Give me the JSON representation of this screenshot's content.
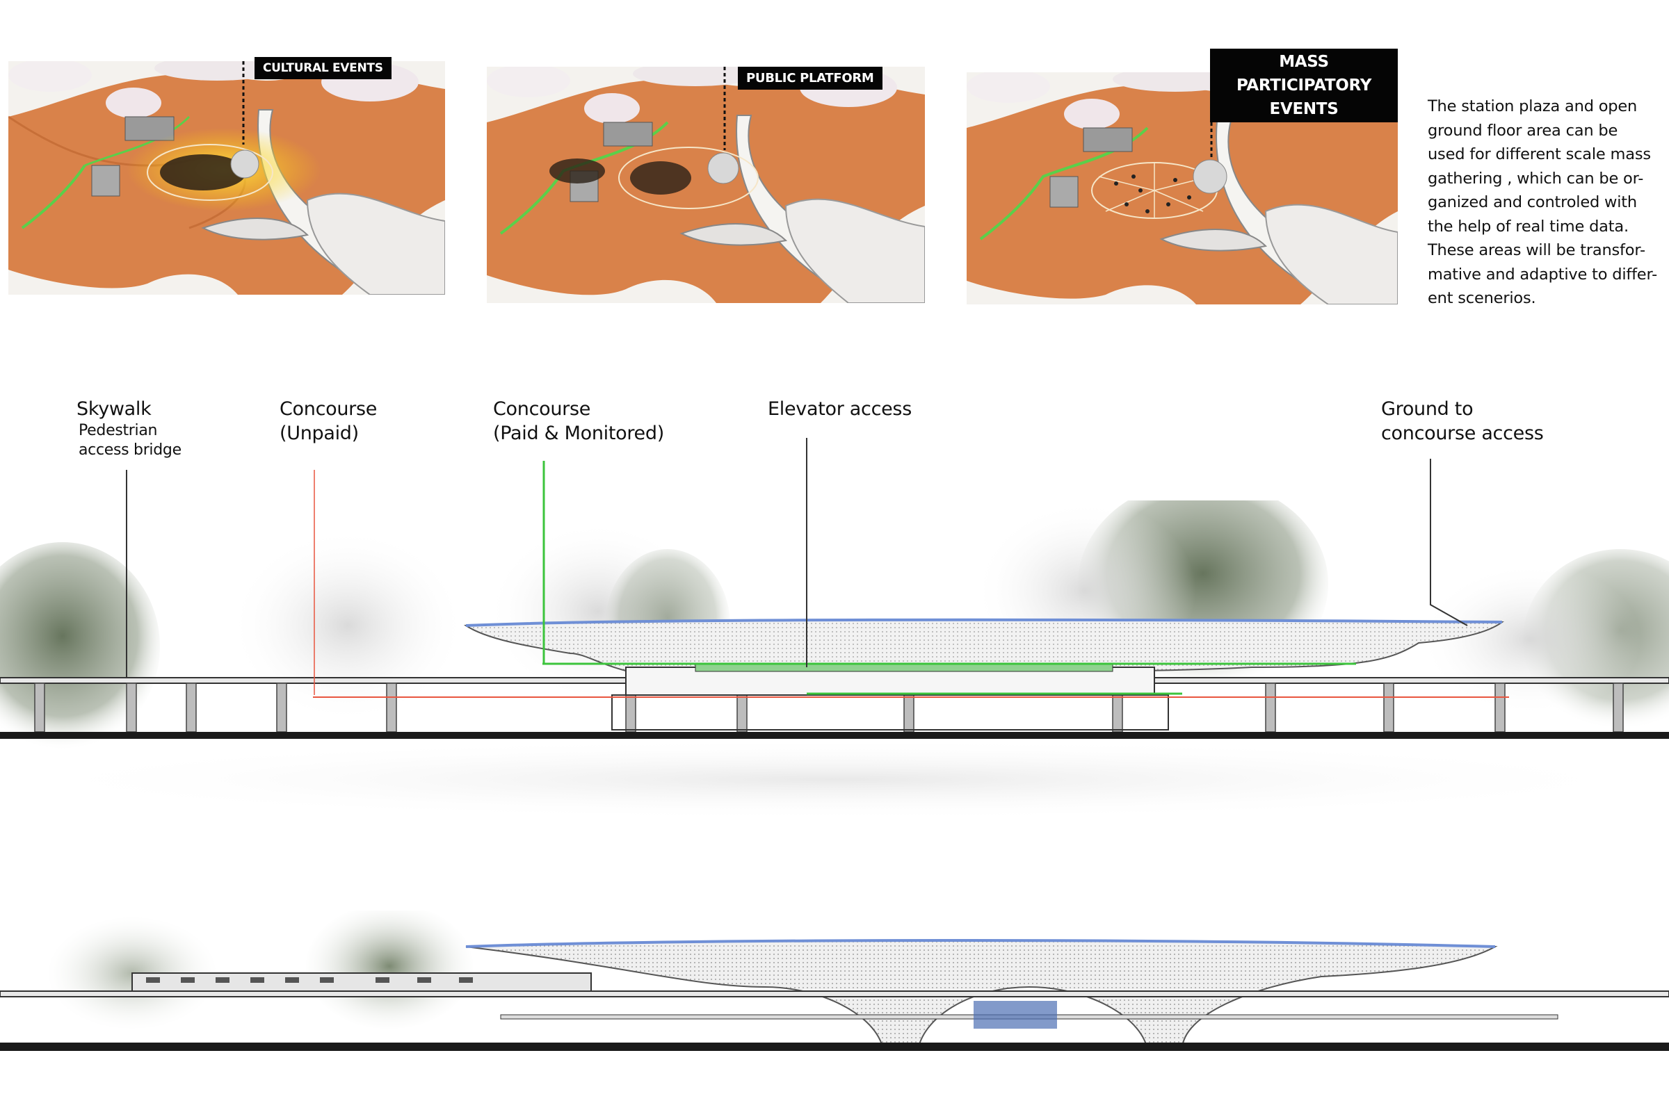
{
  "vignettes": [
    {
      "label": "CULTURAL EVENTS"
    },
    {
      "label": "PUBLIC PLATFORM"
    },
    {
      "label": "MASS PARTICIPATORY\nEVENTS"
    }
  ],
  "description": "The station plaza and open\nground floor area can be\nused for different scale mass\ngathering , which can be or-\nganized and controled with\nthe help of real time data.\nThese areas will be transfor-\nmative and adaptive to differ-\nent scenerios.",
  "callouts": {
    "skywalk_title": "Skywalk",
    "skywalk_sub": "Pedestrian\naccess bridge",
    "unpaid": "Concourse\n(Unpaid)",
    "paid": "Concourse\n(Paid & Monitored)",
    "elevator": "Elevator access",
    "ground": "Ground to\nconcourse access"
  },
  "colors": {
    "plaza": "#d9824a",
    "unpaid_line": "#e8553f",
    "paid_line": "#3cc43c",
    "canopy_edge": "#6f8fd6",
    "label_bg": "#050505"
  }
}
